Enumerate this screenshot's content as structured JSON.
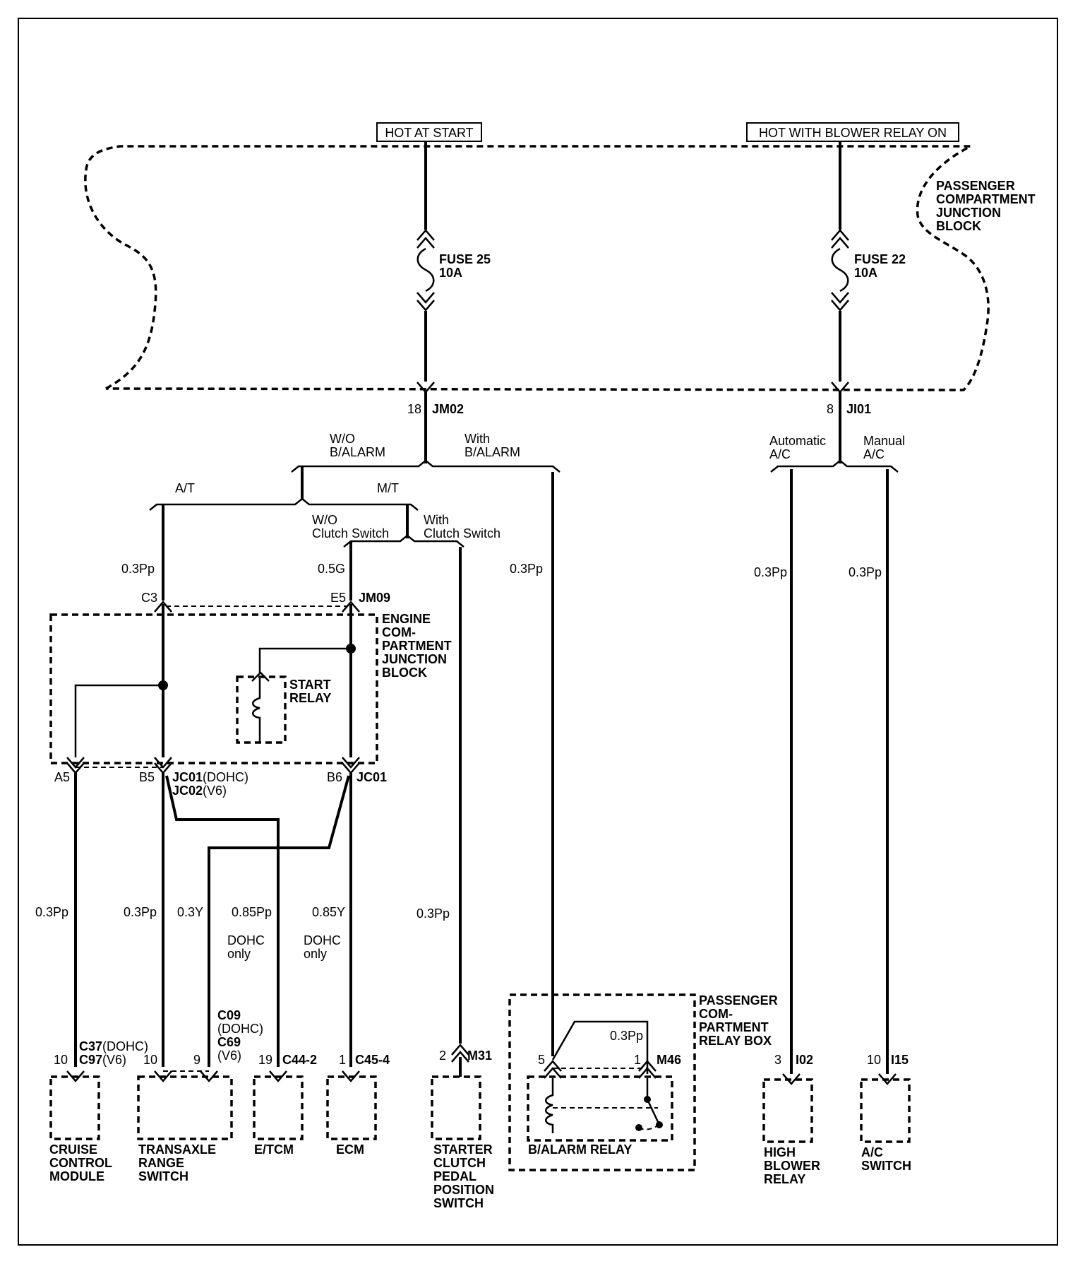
{
  "sources": {
    "hot_at_start": "HOT AT START",
    "hot_with_blower": "HOT WITH BLOWER RELAY ON"
  },
  "blocks": {
    "passenger_junction_block": [
      "PASSENGER",
      "COMPARTMENT",
      "JUNCTION",
      "BLOCK"
    ],
    "engine_junction_block": [
      "ENGINE",
      "COM-",
      "PARTMENT",
      "JUNCTION",
      "BLOCK"
    ],
    "passenger_relay_box": [
      "PASSENGER",
      "COM-",
      "PARTMENT",
      "RELAY BOX"
    ]
  },
  "fuses": {
    "fuse25": {
      "name": "FUSE 25",
      "rating": "10A"
    },
    "fuse22": {
      "name": "FUSE 22",
      "rating": "10A"
    }
  },
  "connectors": {
    "jm02": {
      "pin": "18",
      "id": "JM02"
    },
    "ji01": {
      "pin": "8",
      "id": "JI01"
    },
    "c3": "C3",
    "e5": "E5",
    "jm09": "JM09",
    "a5": "A5",
    "b5": "B5",
    "b6": "B6",
    "jc01_dohc": "JC01",
    "jc01_dohc_suffix": "(DOHC)",
    "jc02_v6": "JC02",
    "jc02_v6_suffix": "(V6)",
    "jc01": "JC01",
    "c37": "C37",
    "c37_suffix": "(DOHC)",
    "c97": "C97",
    "c97_suffix": "(V6)",
    "pin_cruise": "10",
    "pin_trans_10": "10",
    "pin_trans_9": "9",
    "c09": "C09",
    "c09_suffix": "(DOHC)",
    "c69": "C69",
    "c69_suffix": "(V6)",
    "pin_etcm": "19",
    "c44": "C44-2",
    "pin_ecm": "1",
    "c45": "C45-4",
    "pin_starter": "2",
    "m31": "M31",
    "pin_relay_5": "5",
    "pin_relay_1": "1",
    "m46": "M46",
    "pin_hbr": "3",
    "i02": "I02",
    "pin_ac": "10",
    "i15": "I15"
  },
  "branches": {
    "wo_balarm": [
      "W/O",
      "B/ALARM"
    ],
    "with_balarm": [
      "With",
      "B/ALARM"
    ],
    "at": "A/T",
    "mt": "M/T",
    "wo_clutch": [
      "W/O",
      "Clutch Switch"
    ],
    "with_clutch": [
      "With",
      "Clutch Switch"
    ],
    "auto_ac": [
      "Automatic",
      "A/C"
    ],
    "manual_ac": [
      "Manual",
      "A/C"
    ]
  },
  "wires": {
    "w_at": "0.3Pp",
    "w_wo_clutch": "0.5G",
    "w_balarm": "0.3Pp",
    "w_auto_ac": "0.3Pp",
    "w_manual_ac": "0.3Pp",
    "w_cruise": "0.3Pp",
    "w_trans": "0.3Pp",
    "w_trans_y": "0.3Y",
    "w_etcm": "0.85Pp",
    "w_ecm": "0.85Y",
    "w_starter": "0.3Pp",
    "w_relay": "0.3Pp",
    "dohc_only_1": [
      "DOHC",
      "only"
    ],
    "dohc_only_2": [
      "DOHC",
      "only"
    ]
  },
  "components": {
    "start_relay": [
      "START",
      "RELAY"
    ],
    "cruise": [
      "CRUISE",
      "CONTROL",
      "MODULE"
    ],
    "transaxle": [
      "TRANSAXLE",
      "RANGE",
      "SWITCH"
    ],
    "etcm": [
      "E/TCM"
    ],
    "ecm": [
      "ECM"
    ],
    "starter_clutch": [
      "STARTER",
      "CLUTCH",
      "PEDAL",
      "POSITION",
      "SWITCH"
    ],
    "balarm_relay": [
      "B/ALARM RELAY"
    ],
    "high_blower": [
      "HIGH",
      "BLOWER",
      "RELAY"
    ],
    "ac_switch": [
      "A/C",
      "SWITCH"
    ]
  }
}
